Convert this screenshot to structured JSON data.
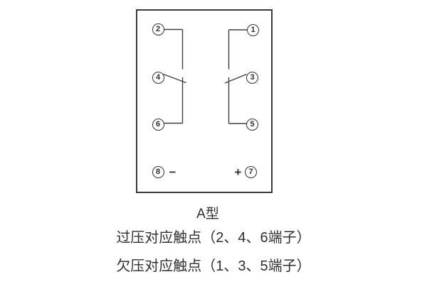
{
  "diagram": {
    "type_label": "A型",
    "terminals": [
      {
        "label": "2"
      },
      {
        "label": "1"
      },
      {
        "label": "4"
      },
      {
        "label": "3"
      },
      {
        "label": "6"
      },
      {
        "label": "5"
      },
      {
        "label": "8"
      },
      {
        "label": "7"
      }
    ],
    "polarity": {
      "minus": "−",
      "plus": "+"
    },
    "notes": {
      "overvoltage": "过压对应触点（2、4、6端子）",
      "undervoltage": "欠压对应触点（1、3、5端子）"
    },
    "colors": {
      "line": "#3f3f3f",
      "text": "#2f2f2f",
      "background": "#ffffff"
    }
  }
}
